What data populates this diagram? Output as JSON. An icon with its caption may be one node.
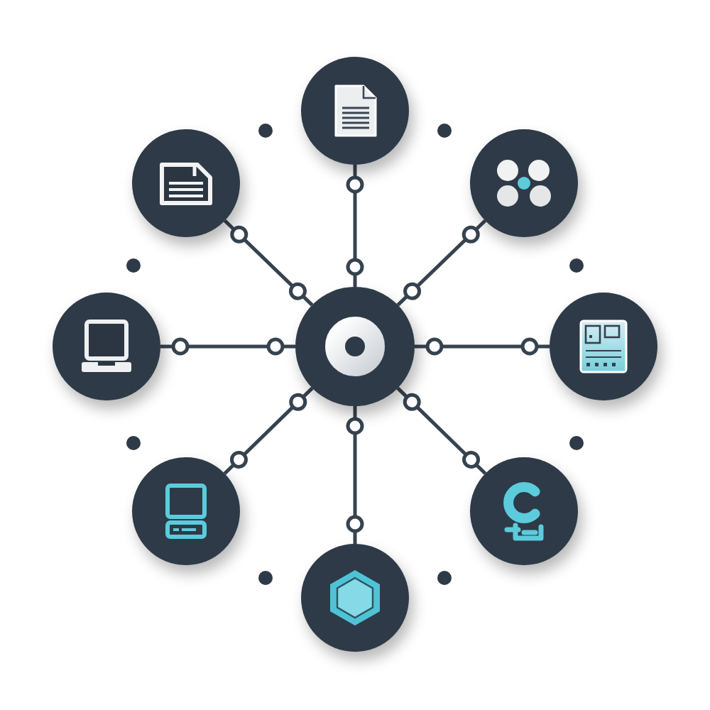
{
  "diagram": {
    "nodes": [
      {
        "text": [],
        "shape": "circle"
      },
      {
        "text": [],
        "shape": "circle"
      },
      {
        "text": [],
        "shape": "circle"
      },
      {
        "text": [],
        "shape": "circle"
      },
      {
        "text": [],
        "shape": "circle"
      },
      {
        "text": [],
        "shape": "circle"
      },
      {
        "text": [],
        "shape": "circle"
      },
      {
        "text": [],
        "shape": "circle"
      },
      {
        "text": [],
        "shape": "circle"
      }
    ],
    "edges": [
      {
        "from": 4,
        "to": 0,
        "arrow": "other"
      },
      {
        "from": 4,
        "to": 1,
        "arrow": "other"
      },
      {
        "from": 4,
        "to": 2,
        "arrow": "other"
      },
      {
        "from": 4,
        "to": 3,
        "arrow": "other"
      },
      {
        "from": 4,
        "to": 5,
        "arrow": "other"
      },
      {
        "from": 4,
        "to": 6,
        "arrow": "other"
      },
      {
        "from": 4,
        "to": 7,
        "arrow": "other"
      },
      {
        "from": 4,
        "to": 8,
        "arrow": "other"
      }
    ]
  }
}
